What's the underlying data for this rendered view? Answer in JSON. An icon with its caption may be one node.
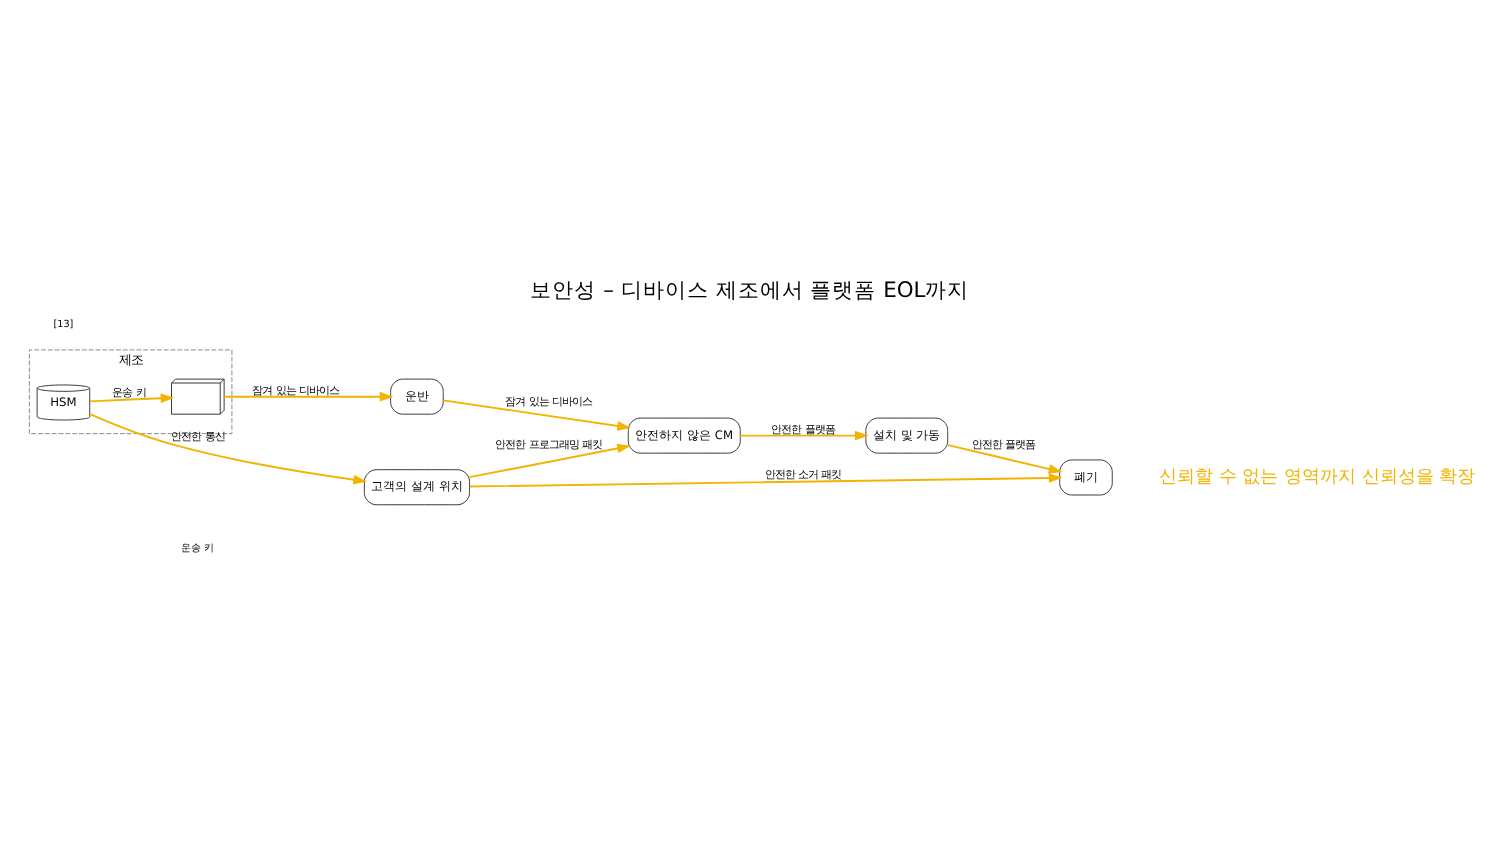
{
  "diagram": {
    "title": "보안성 – 디바이스 제조에서 플랫폼 EOL까지",
    "caption": "신뢰할 수 없는 영역까지 신뢰성을 확장",
    "nodes": [
      {
        "text": [
          "제조"
        ]
      },
      {
        "text": [],
        "shape": "picture",
        "in": 0
      },
      {
        "text": [
          "HSM"
        ],
        "in": 0
      },
      {
        "text": [
          "운반"
        ]
      },
      {
        "text": [
          "안전하지 않은 CM"
        ]
      },
      {
        "text": [
          "설치 및 가동"
        ]
      },
      {
        "text": [
          "폐기"
        ]
      },
      {
        "text": [
          "고객의 설계 위치"
        ]
      }
    ],
    "edges": [
      {
        "from": 2,
        "to": 1,
        "arrow": "to",
        "label": "운송 키"
      },
      {
        "from": 1,
        "to": 3,
        "arrow": "to",
        "label": "잠겨 있는 디바이스"
      },
      {
        "from": 3,
        "to": 4,
        "arrow": "to",
        "label": "잠겨 있는 디바이스"
      },
      {
        "from": 4,
        "to": 5,
        "arrow": "to",
        "label": "안전한 플랫폼"
      },
      {
        "from": 5,
        "to": 6,
        "arrow": "to",
        "label": "안전한 플랫폼"
      },
      {
        "from": 2,
        "to": 7,
        "arrow": "to",
        "label": "안전한 통신"
      },
      {
        "from": 7,
        "to": 4,
        "arrow": "to",
        "label": "안전한 프로그래밍 패킷"
      },
      {
        "from": 7,
        "to": 6,
        "arrow": "to",
        "label": "안전한 소거 패킷"
      }
    ],
    "labels": [
      "운송 키",
      "[13]"
    ]
  }
}
